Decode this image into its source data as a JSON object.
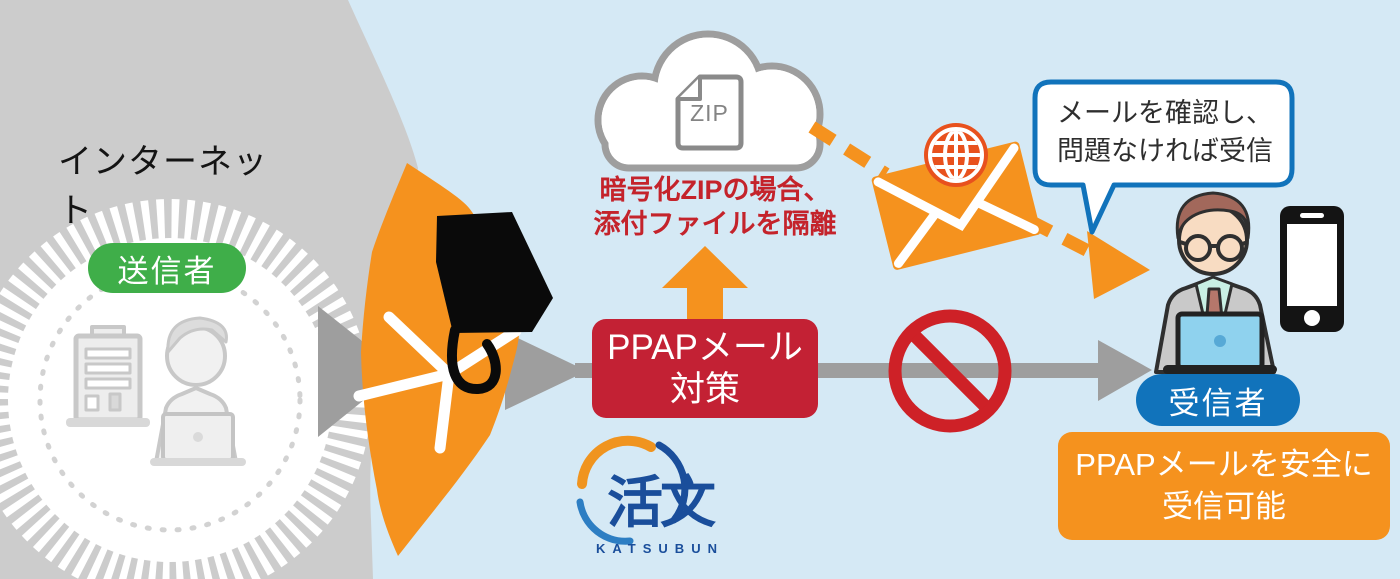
{
  "diagram": {
    "title_context": "PPAP mail countermeasure flow",
    "internet_zone": {
      "label": "インターネット",
      "sender_badge": "送信者"
    },
    "gateway": {
      "zip_file_label": "ZIP",
      "quarantine_note": [
        "暗号化ZIPの場合、",
        "添付ファイルを隔離"
      ],
      "countermeasure_box": [
        "PPAPメール",
        "対策"
      ]
    },
    "vendor_logo": {
      "kanji": "活文",
      "name": "KATSUBUN"
    },
    "receiver_zone": {
      "speech_bubble": [
        "メールを確認し、",
        "問題なければ受信"
      ],
      "badge": "受信者",
      "result_box": [
        "PPAPメールを安全に",
        "受信可能"
      ]
    },
    "icons": [
      "cloud-icon",
      "zip-file-icon",
      "envelope-icon",
      "binder-clip-icon",
      "globe-icon",
      "prohibition-icon",
      "building-icon",
      "sender-person-icon",
      "receiver-person-icon",
      "laptop-icon",
      "smartphone-icon",
      "arrow-icon"
    ],
    "colors": {
      "background": "#d5e9f5",
      "internet_gray": "#cccccc",
      "arrow_gray": "#9e9e9e",
      "accent_orange": "#f5921e",
      "box_red": "#c32134",
      "note_red": "#c4232b",
      "prohibition_red": "#ce2127",
      "globe_red": "#e8511d",
      "sender_green": "#3fae49",
      "receiver_blue": "#1173bb",
      "logo_blue": "#1a4e9b"
    }
  }
}
